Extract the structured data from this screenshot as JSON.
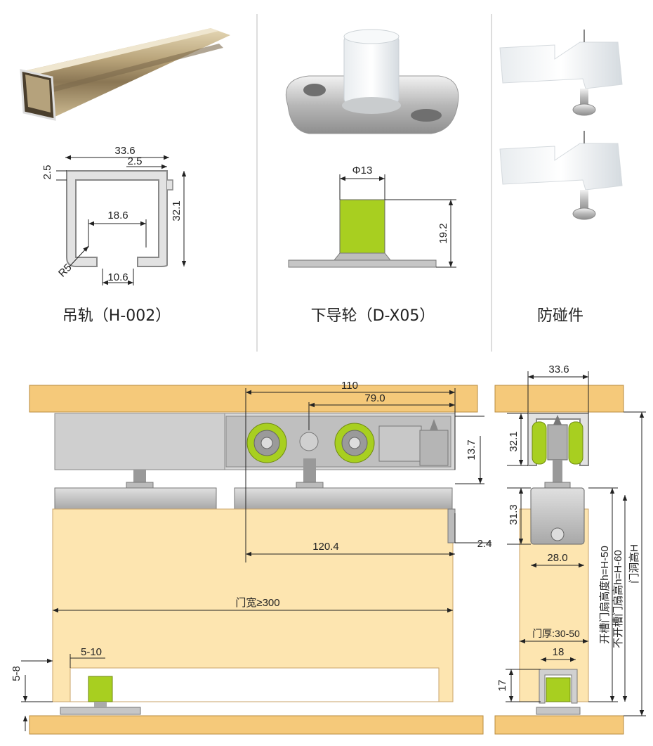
{
  "products": [
    {
      "caption": "吊轨（H-002）"
    },
    {
      "caption": "下导轮（D-X05）"
    },
    {
      "caption": "防碰件"
    }
  ],
  "rail_dims": {
    "width": "33.6",
    "lip": "2.5",
    "lip_v": "2.5",
    "height": "32.1",
    "inner": "18.6",
    "slot": "10.6",
    "radius": "R5"
  },
  "wheel_dims": {
    "dia": "Φ13",
    "height": "19.2"
  },
  "front_dims": {
    "d110": "110",
    "d79": "79.0",
    "d13_7": "13.7",
    "d120_4": "120.4",
    "d2_4": "2.4",
    "door_width": "门宽≥300",
    "d5_10": "5-10",
    "d5_8": "5-8"
  },
  "side_dims": {
    "top": "33.6",
    "rail_h": "32.1",
    "carriage_h": "31.3",
    "carriage_w": "28.0",
    "thickness": "门厚:30-50",
    "groove": "18",
    "groove_h": "17",
    "slot_text": "开槽门扇高度h=H-50",
    "noslot_text": "不开槽门扇高h=H-60",
    "opening_text": "门洞高H"
  }
}
